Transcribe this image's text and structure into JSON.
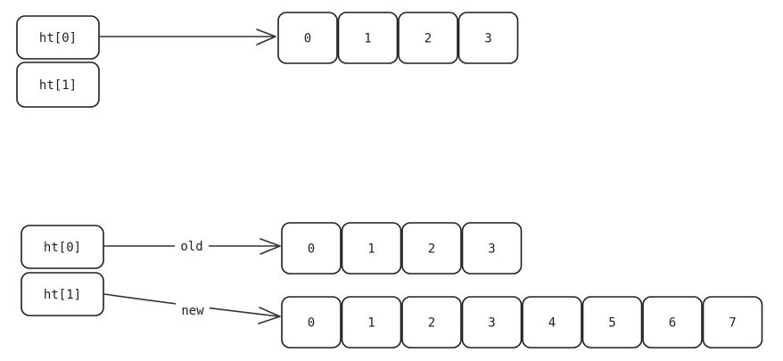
{
  "diagram": {
    "before": {
      "ht0_label": "ht[0]",
      "ht1_label": "ht[1]",
      "ht0_buckets": [
        "0",
        "1",
        "2",
        "3"
      ]
    },
    "during": {
      "ht0_label": "ht[0]",
      "ht1_label": "ht[1]",
      "old_edge_label": "old",
      "new_edge_label": "new",
      "ht0_buckets": [
        "0",
        "1",
        "2",
        "3"
      ],
      "ht1_buckets": [
        "0",
        "1",
        "2",
        "3",
        "4",
        "5",
        "6",
        "7"
      ]
    }
  }
}
